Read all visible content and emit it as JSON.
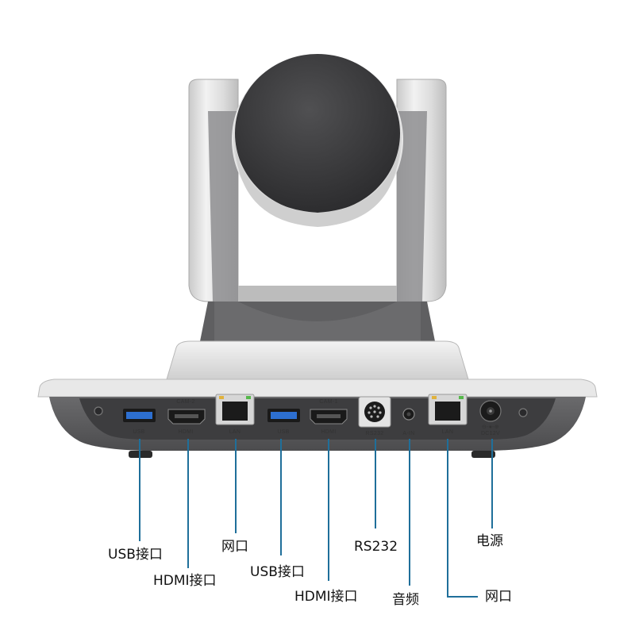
{
  "product": {
    "ports": {
      "usb1": "USB",
      "hdmi1_top": "CAM-2",
      "hdmi1": "HDMI",
      "lan1": "LAN",
      "usb2": "USB",
      "hdmi2_top": "CAM-1",
      "hdmi2": "HDMI",
      "rs232": "RS232",
      "audio": "A-IN",
      "lan2": "LAN",
      "power": "DC12V"
    }
  },
  "callouts": {
    "usb1": "USB接口",
    "hdmi1": "HDMI接口",
    "lan1": "网口",
    "usb2": "USB接口",
    "hdmi2": "HDMI接口",
    "rs232": "RS232",
    "audio": "音频",
    "lan2": "网口",
    "power": "电源"
  },
  "colors": {
    "leader_line": "#1f6f9a",
    "body_silver": "#d8d8d8",
    "body_dark": "#5a5a5c",
    "lens": "#3b3b3d",
    "usb_blue": "#2d6fd0"
  }
}
